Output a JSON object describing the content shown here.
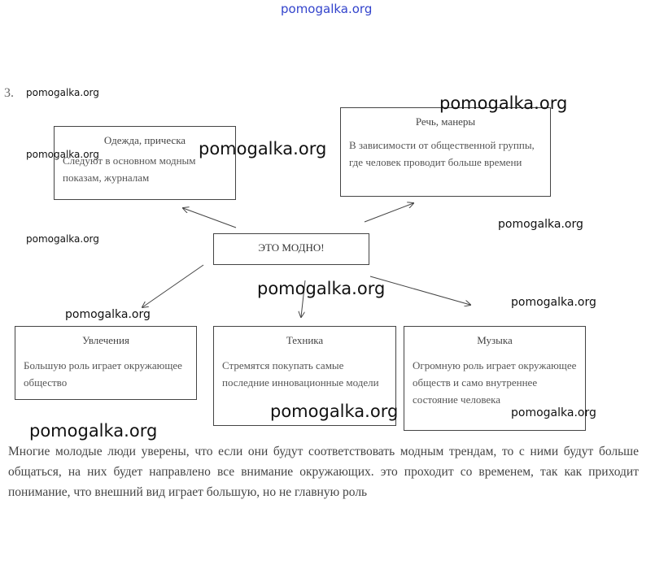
{
  "watermark": "pomogalka.org",
  "header_link": "pomogalka.org",
  "task_number": "3.",
  "center": "ЭТО МОДНО!",
  "boxes": [
    {
      "title": "Одежда, прическа",
      "text": "Следуют в основном модным показам, журналам"
    },
    {
      "title": "Речь, манеры",
      "text": "В зависимости от общественной группы, где человек проводит больше времени"
    },
    {
      "title": "Увлечения",
      "text": "Большую роль играет окружающее общество"
    },
    {
      "title": "Техника",
      "text": "Стремятся покупать самые последние инновационные модели"
    },
    {
      "title": "Музыка",
      "text": "Огромную роль играет окружающее обществ и само внутреннее состояние человека"
    }
  ],
  "paragraph": "Многие молодые люди уверены, что если они будут соответствовать модным трендам, то с ними будут больше общаться, на них будет направлено все внимание окружающих. это проходит со временем, так как приходит понимание, что внешний вид играет большую, но не главную роль"
}
